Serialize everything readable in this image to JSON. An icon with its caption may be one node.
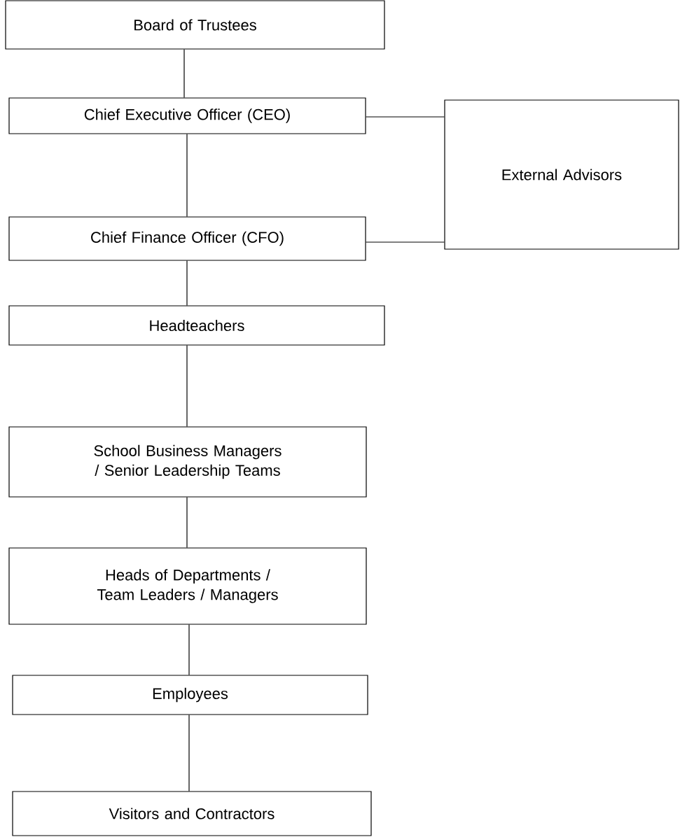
{
  "diagram": {
    "nodes": [
      {
        "text": [
          "Board of Trustees"
        ]
      },
      {
        "text": [
          "Chief Executive Officer (CEO)"
        ]
      },
      {
        "text": [
          "External Advisors"
        ]
      },
      {
        "text": [
          "Chief Finance Officer (CFO)"
        ]
      },
      {
        "text": [
          "Headteachers"
        ]
      },
      {
        "text": [
          "School Business Managers / Senior Leadership Teams"
        ]
      },
      {
        "text": [
          "Heads of Departments / Team Leaders / Managers"
        ]
      },
      {
        "text": [
          "Employees"
        ]
      },
      {
        "text": [
          "Visitors and Contractors"
        ]
      }
    ],
    "edges": [
      {
        "from": 0,
        "to": 1,
        "arrow": "none"
      },
      {
        "from": 1,
        "to": 2,
        "arrow": "none"
      },
      {
        "from": 1,
        "to": 3,
        "arrow": "none"
      },
      {
        "from": 3,
        "to": 2,
        "arrow": "none"
      },
      {
        "from": 3,
        "to": 4,
        "arrow": "none"
      },
      {
        "from": 4,
        "to": 5,
        "arrow": "none"
      },
      {
        "from": 5,
        "to": 6,
        "arrow": "none"
      },
      {
        "from": 6,
        "to": 7,
        "arrow": "none"
      },
      {
        "from": 7,
        "to": 8,
        "arrow": "none"
      }
    ]
  }
}
